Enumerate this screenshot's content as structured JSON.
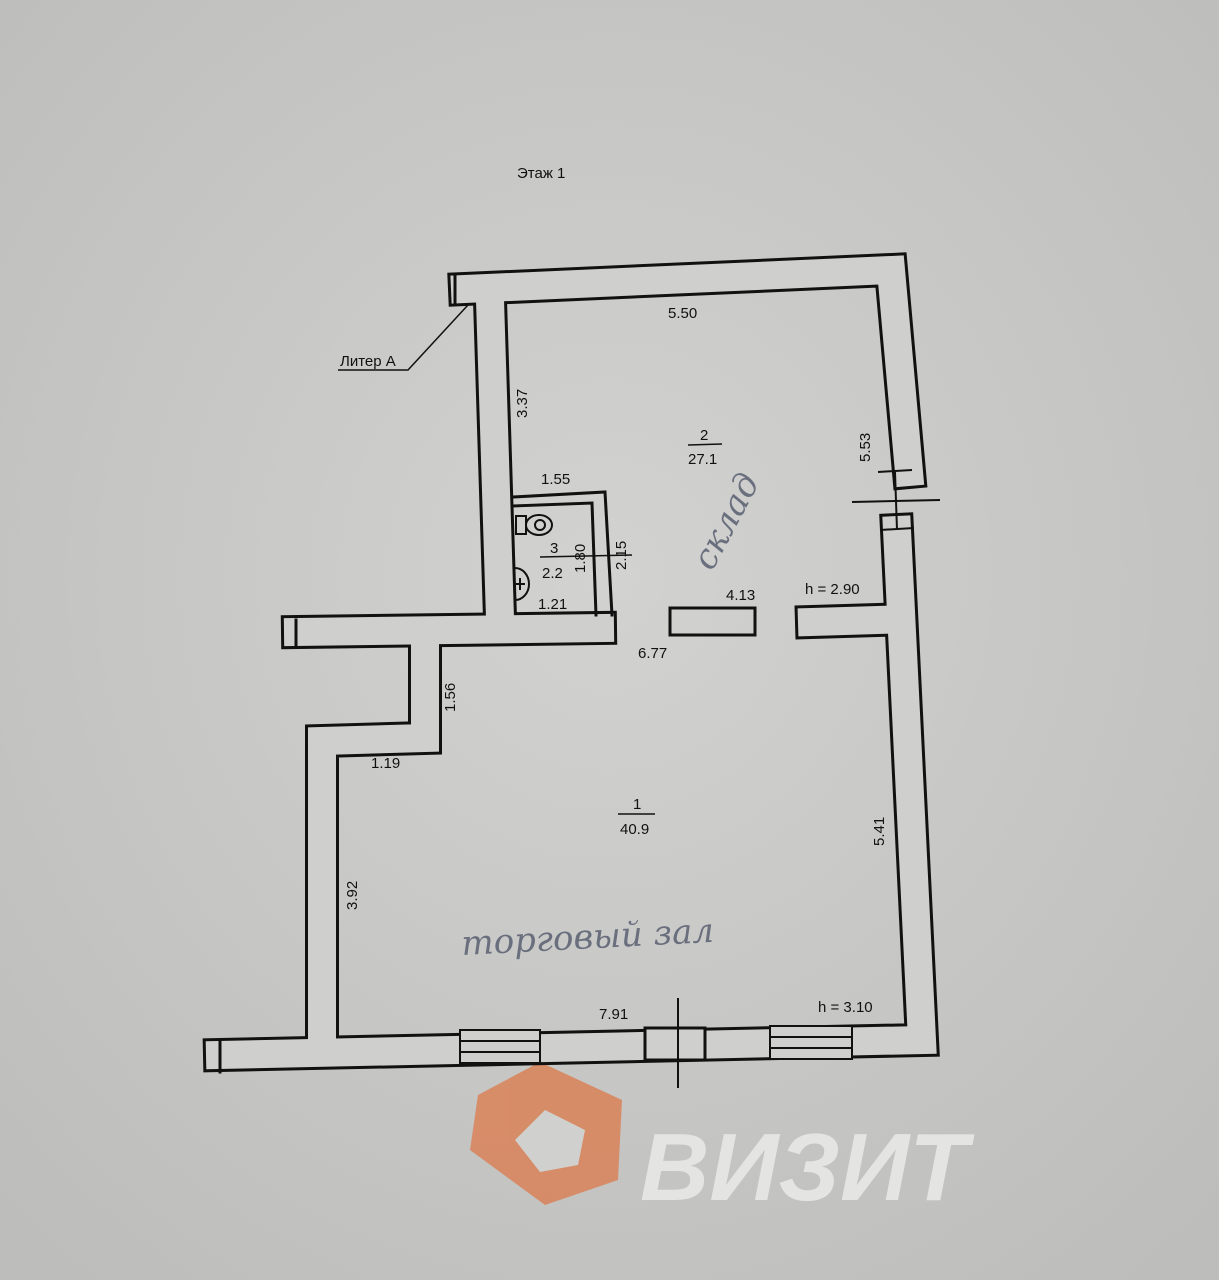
{
  "plan": {
    "title": "Этаж 1",
    "liter": "Литер А",
    "rooms": [
      {
        "number": "1",
        "area": "40.9",
        "note": "торговый зал"
      },
      {
        "number": "2",
        "area": "27.1",
        "note": "склад"
      },
      {
        "number": "3",
        "area": "2.2"
      }
    ],
    "dimensions": {
      "d550": "5.50",
      "d337": "3.37",
      "d553": "5.53",
      "d155": "1.55",
      "d180": "1.80",
      "d215": "2.15",
      "d121": "1.21",
      "d413": "4.13",
      "d677": "6.77",
      "d156": "1.56",
      "d119": "1.19",
      "d392": "3.92",
      "d541": "5.41",
      "d791": "7.91"
    },
    "heights": {
      "room2": "h = 2.90",
      "room1": "h = 3.10"
    }
  },
  "watermark": {
    "text": "ВИЗИТ",
    "logo_color": "#d9865f"
  },
  "colors": {
    "paper": "#c9c9c7",
    "ink": "#111111",
    "handwriting": "#6a6f7e"
  }
}
